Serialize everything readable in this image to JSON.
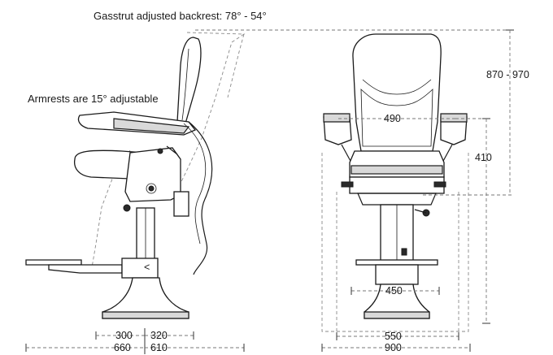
{
  "annotations": {
    "backrest": "Gasstrut adjusted backrest: 78° - 54°",
    "armrests": "Armrests are 15° adjustable"
  },
  "dimensions": {
    "side_300": "300",
    "side_320": "320",
    "side_660": "660",
    "side_610": "610",
    "front_height": "870 - 970",
    "front_490": "490",
    "front_410": "410",
    "front_450": "450",
    "front_550": "550",
    "front_900": "900"
  },
  "glyphs": {
    "adjust_mark": "<"
  }
}
